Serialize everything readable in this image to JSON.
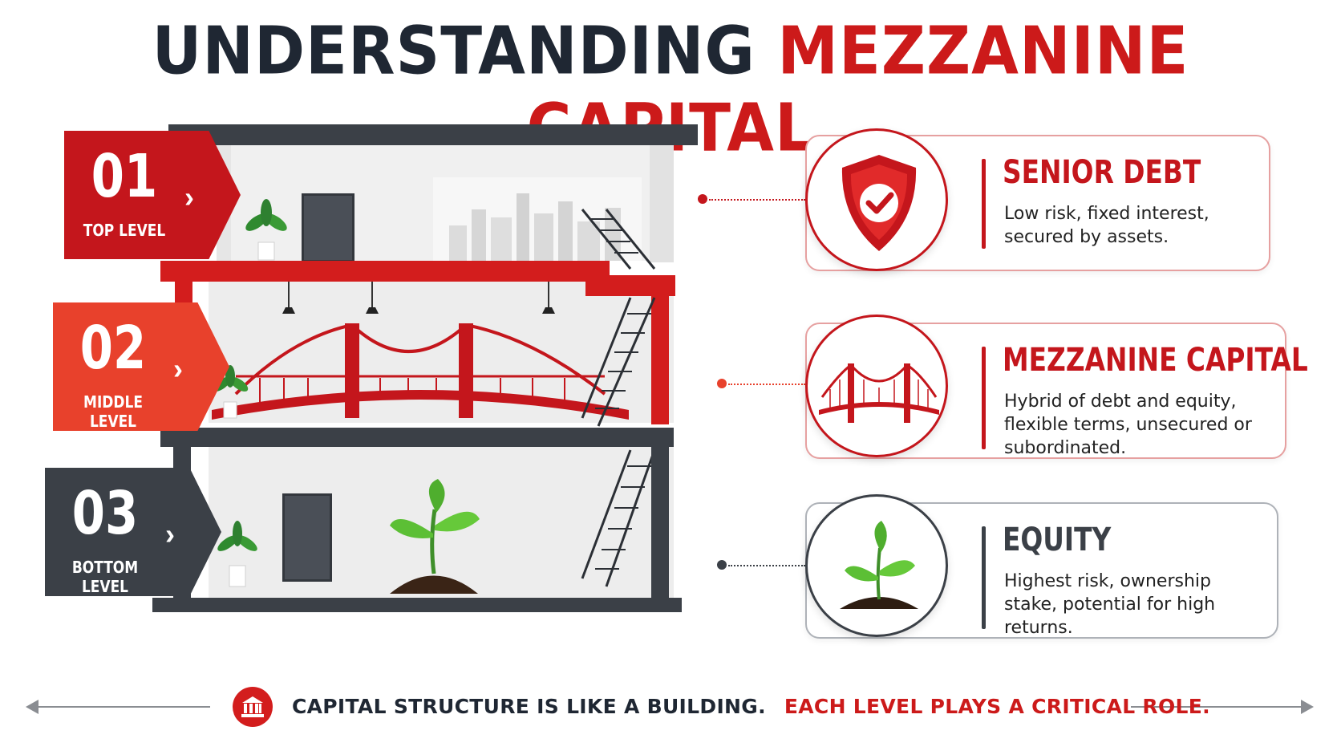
{
  "title": {
    "part1": "UNDERSTANDING",
    "part2": "MEZZANINE CAPITAL"
  },
  "levels": [
    {
      "number": "01",
      "label": "TOP LEVEL",
      "color": "#c4161c"
    },
    {
      "number": "02",
      "label": "MIDDLE LEVEL",
      "color": "#e8412c"
    },
    {
      "number": "03",
      "label": "BOTTOM LEVEL",
      "color": "#3b4047"
    }
  ],
  "panels": [
    {
      "title": "SENIOR DEBT",
      "description": "Low risk, fixed interest, secured by assets.",
      "color": "#c4161c",
      "icon": "shield-check-icon"
    },
    {
      "title": "MEZZANINE CAPITAL",
      "description": "Hybrid of debt and equity, flexible terms, unsecured or subordinated.",
      "color": "#c4161c",
      "icon": "bridge-icon"
    },
    {
      "title": "EQUITY",
      "description": "Highest risk, ownership stake, potential for high returns.",
      "color": "#3b4047",
      "icon": "sprout-icon"
    }
  ],
  "footer": {
    "text_dark": "CAPITAL STRUCTURE IS LIKE A BUILDING.",
    "text_red": "EACH LEVEL PLAYS A CRITICAL ROLE.",
    "icon": "bank-icon"
  },
  "colors": {
    "brand_red": "#cc1a1a",
    "dark": "#1f2733",
    "slate": "#3b4047"
  }
}
